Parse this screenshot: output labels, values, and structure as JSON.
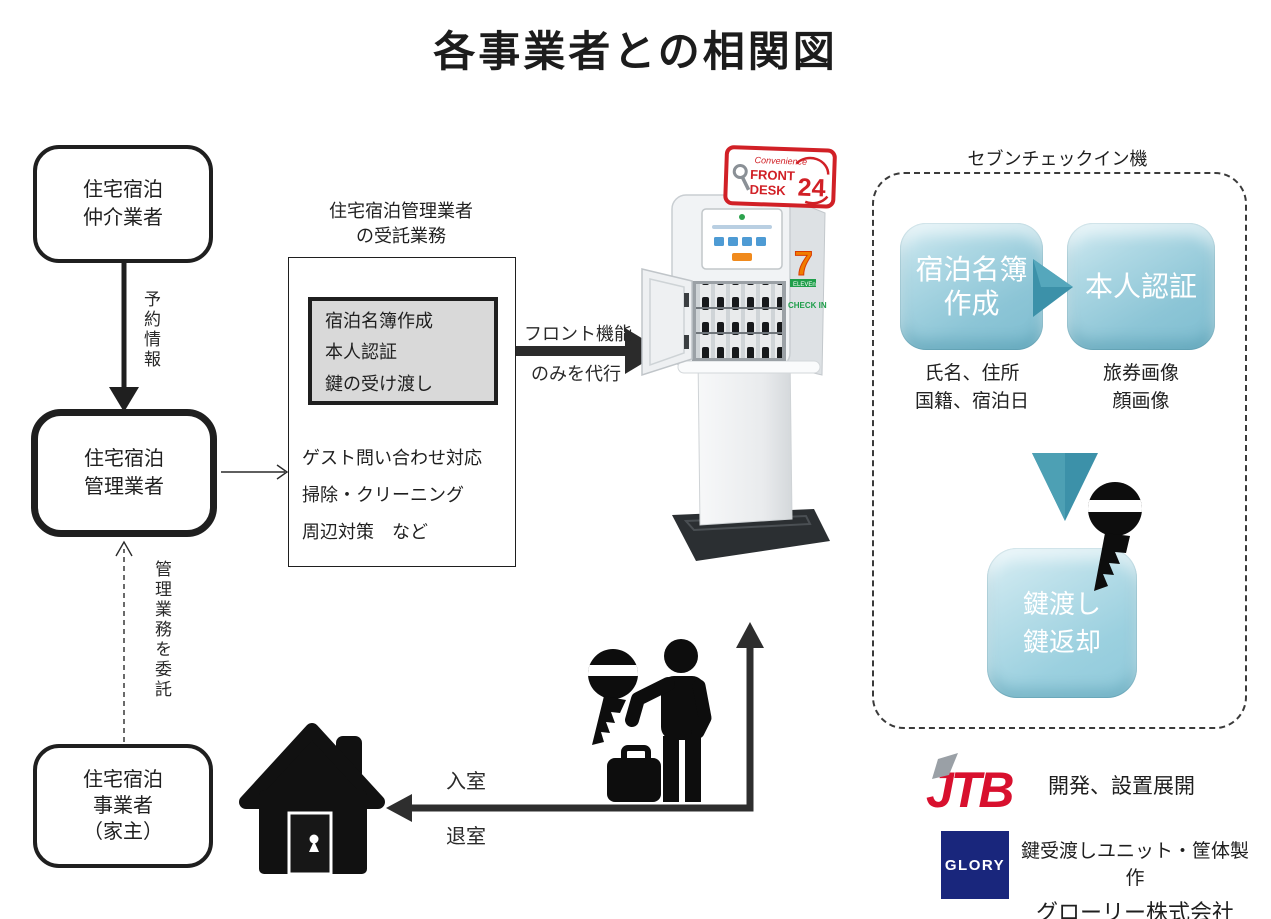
{
  "title": "各事業者との相関図",
  "left_flow": {
    "intermediary_lines": [
      "住宅宿泊",
      "仲介業者"
    ],
    "reservation_label": "予約情報",
    "manager_lines": [
      "住宅宿泊",
      "管理業者"
    ],
    "delegate_label": "管理業務を委託",
    "owner_lines": [
      "住宅宿泊",
      "事業者",
      "（家主）"
    ]
  },
  "entrusted": {
    "header_lines": [
      "住宅宿泊管理業者",
      "の受託業務"
    ],
    "front_tasks": [
      "宿泊名簿作成",
      "本人認証",
      "鍵の受け渡し"
    ],
    "other_tasks": [
      "ゲスト問い合わせ対応",
      "掃除・クリーニング",
      "周辺対策　など"
    ],
    "proxy_label_lines": [
      "フロント機能",
      "のみを代行"
    ]
  },
  "kiosk": {
    "sign_brand": "Convenience",
    "sign_front": "FRONT",
    "sign_desk": "DESK",
    "sign_24": "24",
    "seven_logo": "7",
    "eleven_label": "ELEVEn",
    "checkin_label": "CHECK IN"
  },
  "seven_checkin": {
    "panel_title": "セブンチェックイン機",
    "step1_lines": [
      "宿泊名簿",
      "作成"
    ],
    "step1_sub": [
      "氏名、住所",
      "国籍、宿泊日"
    ],
    "step2_label": "本人認証",
    "step2_sub": [
      "旅券画像",
      "顔画像"
    ],
    "step3_lines": [
      "鍵渡し",
      "鍵返却"
    ]
  },
  "guest_flow": {
    "enter_label": "入室",
    "exit_label": "退室"
  },
  "credits": {
    "jtb_logo": "JTB",
    "jtb_role": "開発、設置展開",
    "glory_logo": "GLORY",
    "glory_role_line1": "鍵受渡しユニット・筐体製作",
    "glory_role_line2": "グローリー株式会社"
  },
  "colors": {
    "ink": "#1f1f1f",
    "gray_fill": "#d9d9d9",
    "teal_box": "#8cc5d6",
    "teal_arrow": "#3c91a9",
    "sign_red": "#d12026",
    "jtb_red": "#d8102e",
    "glory_navy": "#19267c",
    "seven_orange": "#f07d00",
    "seven_green": "#1e9e4a"
  }
}
